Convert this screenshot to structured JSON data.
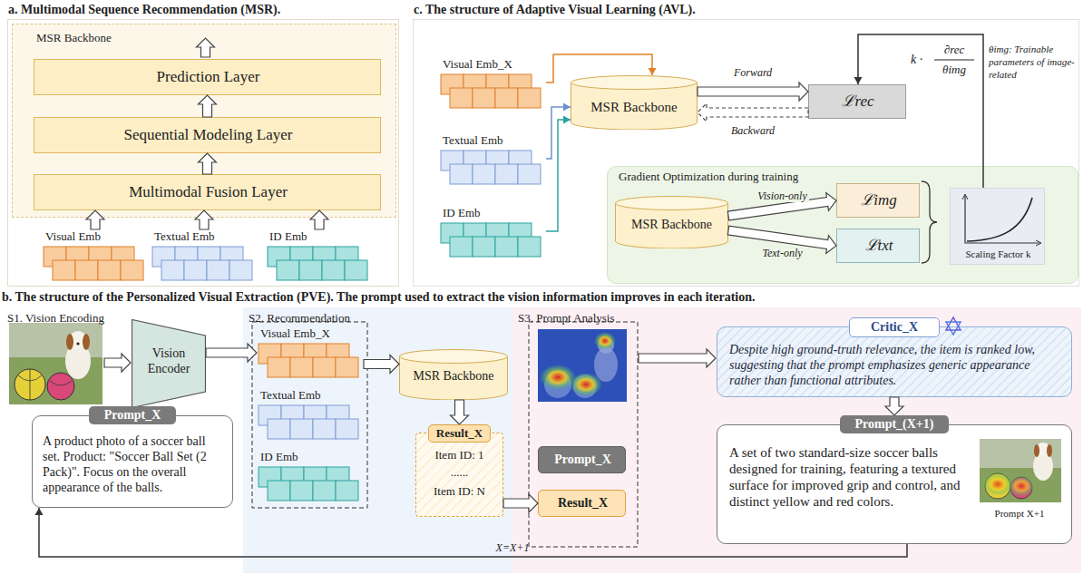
{
  "diagram": {
    "nodes": [
      {
        "text": [
          "a. Multimodal Sequence Recommendation (MSR)."
        ]
      },
      {
        "text": [
          "MSR Backbone"
        ],
        "in": 0
      },
      {
        "text": [
          "Prediction Layer"
        ],
        "in": 1
      },
      {
        "text": [
          "Sequential Modeling Layer"
        ],
        "in": 1
      },
      {
        "text": [
          "Multimodal Fusion Layer"
        ],
        "in": 1
      },
      {
        "text": [
          "Visual Emb"
        ],
        "in": 0
      },
      {
        "text": [
          "Textual Emb"
        ],
        "in": 0
      },
      {
        "text": [
          "ID Emb"
        ],
        "in": 0
      },
      {
        "text": [
          "c. The structure of Adaptive Visual Learning (AVL)."
        ]
      },
      {
        "text": [
          "Visual Emb_X"
        ],
        "in": 8
      },
      {
        "text": [
          "Textual Emb"
        ],
        "in": 8
      },
      {
        "text": [
          "ID Emb"
        ],
        "in": 8
      },
      {
        "text": [
          "MSR Backbone"
        ],
        "in": 8
      },
      {
        "text": [
          "ℒrec"
        ],
        "in": 8
      },
      {
        "text": [
          "Gradient Optimization during training"
        ],
        "in": 8
      },
      {
        "text": [
          "MSR Backbone"
        ],
        "in": 14
      },
      {
        "text": [
          "ℒimg"
        ],
        "in": 14
      },
      {
        "text": [
          "ℒtxt"
        ],
        "in": 14
      },
      {
        "text": [
          "Scaling Factor k"
        ],
        "in": 14
      },
      {
        "text": [
          "b. The structure of the Personalized Visual Extraction (PVE). The prompt used to extract the vision information improves in each iteration."
        ]
      },
      {
        "text": [
          "S1. Vision Encoding"
        ],
        "in": 19
      },
      {
        "text": [
          "Vision Encoder"
        ],
        "in": 20
      },
      {
        "text": [
          "Prompt_X",
          "A product photo of a soccer ball set. Product: \"Soccer Ball Set (2 Pack)\". Focus on the overall appearance of the balls."
        ],
        "in": 20
      },
      {
        "text": [
          "S2. Recommendation"
        ],
        "in": 19
      },
      {
        "text": [
          "Visual Emb_X"
        ],
        "in": 23
      },
      {
        "text": [
          "Textual Emb"
        ],
        "in": 23
      },
      {
        "text": [
          "ID Emb"
        ],
        "in": 23
      },
      {
        "text": [
          "MSR Backbone"
        ],
        "in": 23
      },
      {
        "text": [
          "Result_X",
          "Item ID: 1",
          "......",
          "Item ID: N"
        ],
        "in": 23
      },
      {
        "text": [
          "S3. Prompt Analysis"
        ],
        "in": 19
      },
      {
        "text": [
          "Prompt_X"
        ],
        "in": 29
      },
      {
        "text": [
          "Result_X"
        ],
        "in": 29
      },
      {
        "text": [
          "Critic_X",
          "Despite high ground-truth relevance, the item is ranked low, suggesting that the prompt emphasizes generic appearance rather than functional attributes."
        ],
        "in": 29
      },
      {
        "text": [
          "Prompt_(X+1)",
          "A set of two standard-size soccer balls designed for training, featuring a textured surface for improved grip and control, and distinct yellow and red colors.",
          "Prompt X+1"
        ],
        "in": 29
      }
    ],
    "edges": [
      {
        "from": 4,
        "to": 3,
        "arrow": "to"
      },
      {
        "from": 3,
        "to": 2,
        "arrow": "to"
      },
      {
        "from": 5,
        "to": 4,
        "arrow": "to"
      },
      {
        "from": 6,
        "to": 4,
        "arrow": "to"
      },
      {
        "from": 7,
        "to": 4,
        "arrow": "to"
      },
      {
        "from": 9,
        "to": 12,
        "arrow": "to"
      },
      {
        "from": 10,
        "to": 12,
        "arrow": "to"
      },
      {
        "from": 11,
        "to": 12,
        "arrow": "to"
      },
      {
        "from": 12,
        "to": 13,
        "label": "Forward",
        "arrow": "to"
      },
      {
        "from": 13,
        "to": 12,
        "label": "Backward",
        "arrow": "to"
      },
      {
        "from": 15,
        "to": 16,
        "label": "Vision-only",
        "arrow": "to"
      },
      {
        "from": 15,
        "to": 17,
        "label": "Text-only",
        "arrow": "to"
      },
      {
        "from": 18,
        "to": 13,
        "arrow": "to"
      },
      {
        "from": 21,
        "to": 24,
        "arrow": "to"
      },
      {
        "from": 24,
        "to": 27,
        "arrow": "to"
      },
      {
        "from": 27,
        "to": 28,
        "arrow": "to"
      },
      {
        "from": 28,
        "to": 31,
        "arrow": "to"
      },
      {
        "from": 32,
        "to": 33,
        "arrow": "to"
      },
      {
        "from": 33,
        "to": 22,
        "label": "X=X+1",
        "arrow": "to"
      }
    ],
    "labels": [
      "k ·",
      "∂rec",
      "θimg",
      "θimg: Trainable parameters of image-related"
    ]
  }
}
